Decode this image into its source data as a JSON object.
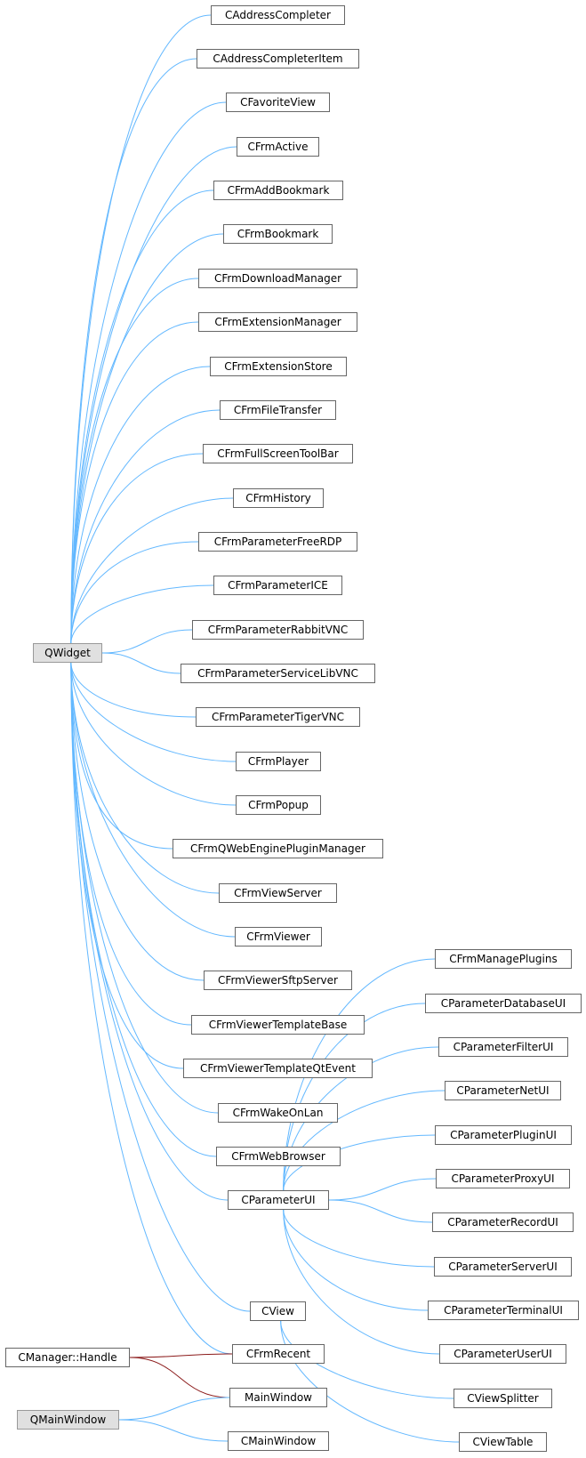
{
  "diagram": {
    "colors": {
      "inherit_edge": "#63b8ff",
      "use_edge": "#8b1a1a",
      "node_border": "#666666",
      "base_fill": "#e0e0e0"
    },
    "nodes": [
      {
        "id": "CAddressCompleter",
        "label": "CAddressCompleter"
      },
      {
        "id": "CAddressCompleterItem",
        "label": "CAddressCompleterItem"
      },
      {
        "id": "CFavoriteView",
        "label": "CFavoriteView"
      },
      {
        "id": "CFrmActive",
        "label": "CFrmActive"
      },
      {
        "id": "CFrmAddBookmark",
        "label": "CFrmAddBookmark"
      },
      {
        "id": "CFrmBookmark",
        "label": "CFrmBookmark"
      },
      {
        "id": "CFrmDownloadManager",
        "label": "CFrmDownloadManager"
      },
      {
        "id": "CFrmExtensionManager",
        "label": "CFrmExtensionManager"
      },
      {
        "id": "CFrmExtensionStore",
        "label": "CFrmExtensionStore"
      },
      {
        "id": "CFrmFileTransfer",
        "label": "CFrmFileTransfer"
      },
      {
        "id": "CFrmFullScreenToolBar",
        "label": "CFrmFullScreenToolBar"
      },
      {
        "id": "CFrmHistory",
        "label": "CFrmHistory"
      },
      {
        "id": "CFrmParameterFreeRDP",
        "label": "CFrmParameterFreeRDP"
      },
      {
        "id": "CFrmParameterICE",
        "label": "CFrmParameterICE"
      },
      {
        "id": "CFrmParameterRabbitVNC",
        "label": "CFrmParameterRabbitVNC"
      },
      {
        "id": "CFrmParameterServiceLibVNC",
        "label": "CFrmParameterServiceLibVNC"
      },
      {
        "id": "CFrmParameterTigerVNC",
        "label": "CFrmParameterTigerVNC"
      },
      {
        "id": "CFrmPlayer",
        "label": "CFrmPlayer"
      },
      {
        "id": "CFrmPopup",
        "label": "CFrmPopup"
      },
      {
        "id": "CFrmQWebEnginePluginManager",
        "label": "CFrmQWebEnginePluginManager"
      },
      {
        "id": "CFrmViewServer",
        "label": "CFrmViewServer"
      },
      {
        "id": "CFrmViewer",
        "label": "CFrmViewer"
      },
      {
        "id": "CFrmViewerSftpServer",
        "label": "CFrmViewerSftpServer"
      },
      {
        "id": "CFrmViewerTemplateBase",
        "label": "CFrmViewerTemplateBase"
      },
      {
        "id": "CFrmViewerTemplateQtEvent",
        "label": "CFrmViewerTemplateQtEvent"
      },
      {
        "id": "CFrmWakeOnLan",
        "label": "CFrmWakeOnLan"
      },
      {
        "id": "CFrmWebBrowser",
        "label": "CFrmWebBrowser"
      },
      {
        "id": "CParameterUI",
        "label": "CParameterUI"
      },
      {
        "id": "CView",
        "label": "CView"
      },
      {
        "id": "CFrmRecent",
        "label": "CFrmRecent"
      },
      {
        "id": "QWidget",
        "label": "QWidget",
        "base": true
      },
      {
        "id": "CManagerHandle",
        "label": "CManager::Handle"
      },
      {
        "id": "QMainWindow",
        "label": "QMainWindow",
        "base": true
      },
      {
        "id": "MainWindow",
        "label": "MainWindow"
      },
      {
        "id": "CMainWindow",
        "label": "CMainWindow"
      },
      {
        "id": "CFrmManagePlugins",
        "label": "CFrmManagePlugins"
      },
      {
        "id": "CParameterDatabaseUI",
        "label": "CParameterDatabaseUI"
      },
      {
        "id": "CParameterFilterUI",
        "label": "CParameterFilterUI"
      },
      {
        "id": "CParameterNetUI",
        "label": "CParameterNetUI"
      },
      {
        "id": "CParameterPluginUI",
        "label": "CParameterPluginUI"
      },
      {
        "id": "CParameterProxyUI",
        "label": "CParameterProxyUI"
      },
      {
        "id": "CParameterRecordUI",
        "label": "CParameterRecordUI"
      },
      {
        "id": "CParameterServerUI",
        "label": "CParameterServerUI"
      },
      {
        "id": "CParameterTerminalUI",
        "label": "CParameterTerminalUI"
      },
      {
        "id": "CParameterUserUI",
        "label": "CParameterUserUI"
      },
      {
        "id": "CViewSplitter",
        "label": "CViewSplitter"
      },
      {
        "id": "CViewTable",
        "label": "CViewTable"
      }
    ],
    "edges": [
      {
        "from": "CAddressCompleter",
        "to": "QWidget",
        "kind": "inherit"
      },
      {
        "from": "CAddressCompleterItem",
        "to": "QWidget",
        "kind": "inherit"
      },
      {
        "from": "CFavoriteView",
        "to": "QWidget",
        "kind": "inherit"
      },
      {
        "from": "CFrmActive",
        "to": "QWidget",
        "kind": "inherit"
      },
      {
        "from": "CFrmAddBookmark",
        "to": "QWidget",
        "kind": "inherit"
      },
      {
        "from": "CFrmBookmark",
        "to": "QWidget",
        "kind": "inherit"
      },
      {
        "from": "CFrmDownloadManager",
        "to": "QWidget",
        "kind": "inherit"
      },
      {
        "from": "CFrmExtensionManager",
        "to": "QWidget",
        "kind": "inherit"
      },
      {
        "from": "CFrmExtensionStore",
        "to": "QWidget",
        "kind": "inherit"
      },
      {
        "from": "CFrmFileTransfer",
        "to": "QWidget",
        "kind": "inherit"
      },
      {
        "from": "CFrmFullScreenToolBar",
        "to": "QWidget",
        "kind": "inherit"
      },
      {
        "from": "CFrmHistory",
        "to": "QWidget",
        "kind": "inherit"
      },
      {
        "from": "CFrmParameterFreeRDP",
        "to": "QWidget",
        "kind": "inherit"
      },
      {
        "from": "CFrmParameterICE",
        "to": "QWidget",
        "kind": "inherit"
      },
      {
        "from": "CFrmParameterRabbitVNC",
        "to": "QWidget",
        "kind": "inherit"
      },
      {
        "from": "CFrmParameterServiceLibVNC",
        "to": "QWidget",
        "kind": "inherit"
      },
      {
        "from": "CFrmParameterTigerVNC",
        "to": "QWidget",
        "kind": "inherit"
      },
      {
        "from": "CFrmPlayer",
        "to": "QWidget",
        "kind": "inherit"
      },
      {
        "from": "CFrmPopup",
        "to": "QWidget",
        "kind": "inherit"
      },
      {
        "from": "CFrmQWebEnginePluginManager",
        "to": "QWidget",
        "kind": "inherit"
      },
      {
        "from": "CFrmViewServer",
        "to": "QWidget",
        "kind": "inherit"
      },
      {
        "from": "CFrmViewer",
        "to": "QWidget",
        "kind": "inherit"
      },
      {
        "from": "CFrmViewerSftpServer",
        "to": "QWidget",
        "kind": "inherit"
      },
      {
        "from": "CFrmViewerTemplateBase",
        "to": "QWidget",
        "kind": "inherit"
      },
      {
        "from": "CFrmViewerTemplateQtEvent",
        "to": "QWidget",
        "kind": "inherit"
      },
      {
        "from": "CFrmWakeOnLan",
        "to": "QWidget",
        "kind": "inherit"
      },
      {
        "from": "CFrmWebBrowser",
        "to": "QWidget",
        "kind": "inherit"
      },
      {
        "from": "CParameterUI",
        "to": "QWidget",
        "kind": "inherit"
      },
      {
        "from": "CView",
        "to": "QWidget",
        "kind": "inherit"
      },
      {
        "from": "CFrmRecent",
        "to": "QWidget",
        "kind": "inherit"
      },
      {
        "from": "CFrmRecent",
        "to": "CManagerHandle",
        "kind": "use"
      },
      {
        "from": "MainWindow",
        "to": "CManagerHandle",
        "kind": "use"
      },
      {
        "from": "MainWindow",
        "to": "QMainWindow",
        "kind": "inherit"
      },
      {
        "from": "CMainWindow",
        "to": "QMainWindow",
        "kind": "inherit"
      },
      {
        "from": "CFrmManagePlugins",
        "to": "CParameterUI",
        "kind": "inherit"
      },
      {
        "from": "CParameterDatabaseUI",
        "to": "CParameterUI",
        "kind": "inherit"
      },
      {
        "from": "CParameterFilterUI",
        "to": "CParameterUI",
        "kind": "inherit"
      },
      {
        "from": "CParameterNetUI",
        "to": "CParameterUI",
        "kind": "inherit"
      },
      {
        "from": "CParameterPluginUI",
        "to": "CParameterUI",
        "kind": "inherit"
      },
      {
        "from": "CParameterProxyUI",
        "to": "CParameterUI",
        "kind": "inherit"
      },
      {
        "from": "CParameterRecordUI",
        "to": "CParameterUI",
        "kind": "inherit"
      },
      {
        "from": "CParameterServerUI",
        "to": "CParameterUI",
        "kind": "inherit"
      },
      {
        "from": "CParameterTerminalUI",
        "to": "CParameterUI",
        "kind": "inherit"
      },
      {
        "from": "CParameterUserUI",
        "to": "CParameterUI",
        "kind": "inherit"
      },
      {
        "from": "CViewSplitter",
        "to": "CView",
        "kind": "inherit"
      },
      {
        "from": "CViewTable",
        "to": "CView",
        "kind": "inherit"
      }
    ]
  }
}
